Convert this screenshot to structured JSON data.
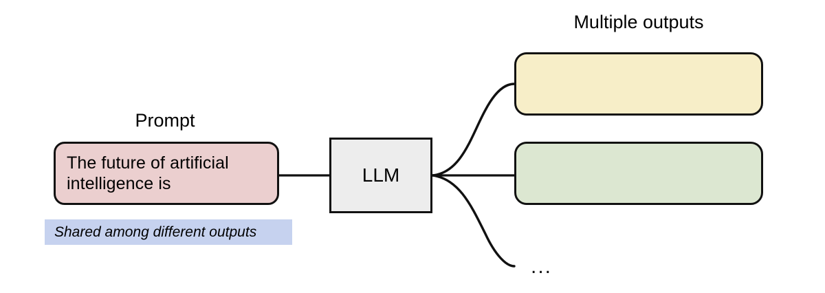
{
  "diagram": {
    "type": "flow-diagram",
    "background_color": "#ffffff",
    "stroke_color": "#111111",
    "prompt": {
      "title": "Prompt",
      "box_text": "The future of artificial\nintelligence is",
      "box_fill": "#ebcfcf",
      "note_text": "Shared among different outputs",
      "note_fill": "#c6d2ef"
    },
    "model": {
      "label": "LLM",
      "fill": "#ededed"
    },
    "outputs": {
      "title": "Multiple outputs",
      "more_indicator": "...",
      "boxes": [
        {
          "text": "",
          "fill": "#f7eec8"
        },
        {
          "text": "",
          "fill": "#dce7d1"
        }
      ]
    }
  }
}
